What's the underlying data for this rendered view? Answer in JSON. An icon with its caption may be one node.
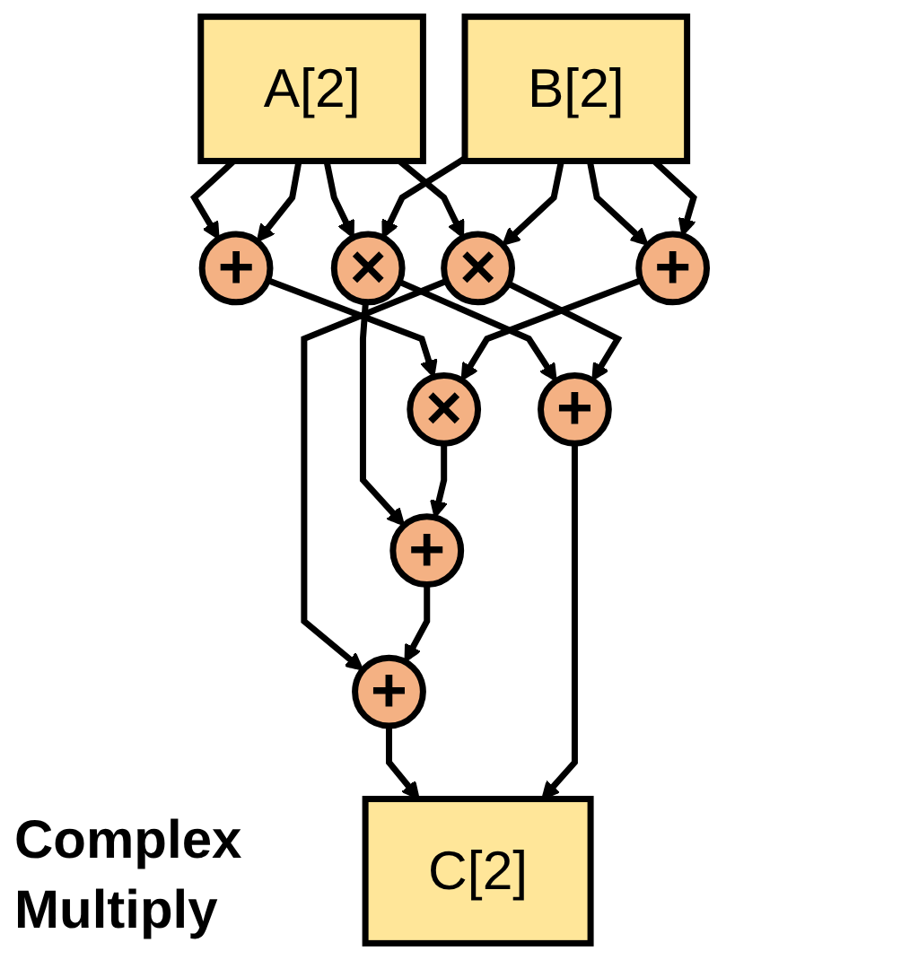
{
  "diagram": {
    "nodes": [
      {
        "text": [
          "A[2]"
        ]
      },
      {
        "text": [
          "B[2]"
        ]
      },
      {
        "text": [
          "+"
        ]
      },
      {
        "text": [
          "+"
        ]
      },
      {
        "text": [
          "×"
        ]
      },
      {
        "text": [
          "×"
        ]
      },
      {
        "text": [
          "×"
        ]
      },
      {
        "text": [
          "+"
        ]
      },
      {
        "text": [
          "+"
        ]
      },
      {
        "text": [
          "+"
        ]
      },
      {
        "text": [
          "C[2]"
        ]
      }
    ],
    "edges": [
      {
        "from": 0,
        "to": 2,
        "arrow": "to"
      },
      {
        "from": 0,
        "to": 5,
        "arrow": "to"
      },
      {
        "from": 0,
        "to": 2,
        "arrow": "to"
      },
      {
        "from": 0,
        "to": 4,
        "arrow": "to"
      },
      {
        "from": 1,
        "to": 3,
        "arrow": "to"
      },
      {
        "from": 1,
        "to": 4,
        "arrow": "to"
      },
      {
        "from": 1,
        "to": 3,
        "arrow": "to"
      },
      {
        "from": 1,
        "to": 5,
        "arrow": "to"
      },
      {
        "from": 2,
        "to": 6,
        "arrow": "to"
      },
      {
        "from": 3,
        "to": 6,
        "arrow": "to"
      },
      {
        "from": 4,
        "to": 7,
        "arrow": "to"
      },
      {
        "from": 4,
        "to": 8,
        "arrow": "to"
      },
      {
        "from": 5,
        "to": 9,
        "arrow": "to"
      },
      {
        "from": 5,
        "to": 8,
        "arrow": "to"
      },
      {
        "from": 6,
        "to": 7,
        "arrow": "to"
      },
      {
        "from": 7,
        "to": 9,
        "arrow": "to"
      },
      {
        "from": 9,
        "to": 10,
        "arrow": "to"
      },
      {
        "from": 8,
        "to": 10,
        "arrow": "to"
      }
    ],
    "labels": [
      "Complex Multiply"
    ]
  }
}
